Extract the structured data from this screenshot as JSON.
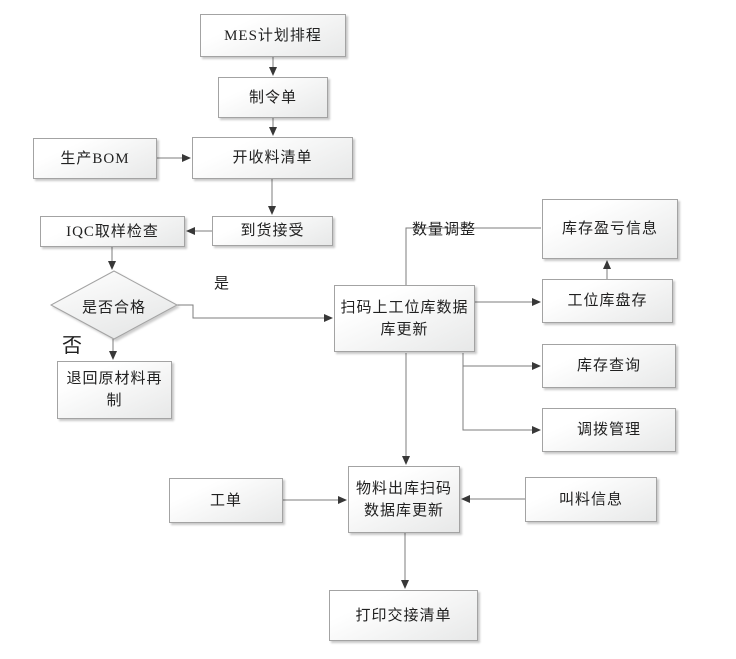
{
  "colors": {
    "background": "#ffffff",
    "line": "#7d7d7d",
    "arrow": "#383838",
    "box_border": "#a3a3a3",
    "box_fill_top": "#ffffff",
    "box_fill_bottom": "#e7e8e8",
    "text": "#212121"
  },
  "nodes": {
    "mes_schedule": {
      "label": "MES计划排程"
    },
    "production_order": {
      "label": "制令单"
    },
    "receive_list": {
      "label": "开收料清单"
    },
    "production_bom": {
      "label": "生产BOM"
    },
    "arrival_accept": {
      "label": "到货接受"
    },
    "iqc_check": {
      "label": "IQC取样检查"
    },
    "qualified_decision": {
      "label": "是否合格"
    },
    "return_material": {
      "label": "退回原材料再\n制"
    },
    "station_db_update": {
      "label": "扫码上工位库数据\n库更新"
    },
    "inventory_profit_loss": {
      "label": "库存盈亏信息"
    },
    "station_inventory_count": {
      "label": "工位库盘存"
    },
    "inventory_query": {
      "label": "库存查询"
    },
    "transfer_management": {
      "label": "调拨管理"
    },
    "work_order": {
      "label": "工单"
    },
    "outbound_db_update": {
      "label": "物料出库扫码\n数据库更新"
    },
    "call_material_info": {
      "label": "叫料信息"
    },
    "print_handover": {
      "label": "打印交接清单"
    }
  },
  "edge_labels": {
    "yes": "是",
    "no": "否",
    "quantity_adjust": "数量调整"
  }
}
